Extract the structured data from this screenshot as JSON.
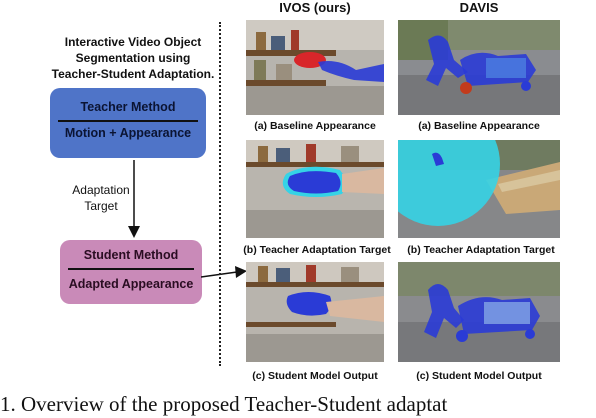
{
  "intro": {
    "line1": "Interactive Video Object",
    "line2": "Segmentation using",
    "line3": "Teacher-Student Adaptation."
  },
  "teacher_box": {
    "title": "Teacher Method",
    "subtitle": "Motion + Appearance"
  },
  "adaptation": {
    "line1": "Adaptation",
    "line2": "Target"
  },
  "student_box": {
    "title": "Student Method",
    "subtitle": "Adapted Appearance"
  },
  "columns": {
    "left": "IVOS (ours)",
    "right": "DAVIS"
  },
  "captions": {
    "ivos_a": "(a) Baseline Appearance",
    "davis_a": "(a) Baseline Appearance",
    "ivos_b": "(b) Teacher Adaptation Target",
    "davis_b": "(b) Teacher Adaptation Target",
    "ivos_c": "(c) Student Model Output",
    "davis_c": "(c) Student Model Output"
  },
  "bottom_text": "1. Overview of the proposed Teacher-Student adaptat",
  "colors": {
    "teacher_box": "#4f74c8",
    "student_box": "#c98ab8",
    "mask_blue": "#2a3bd6",
    "mask_cyan": "#35d3e6"
  }
}
